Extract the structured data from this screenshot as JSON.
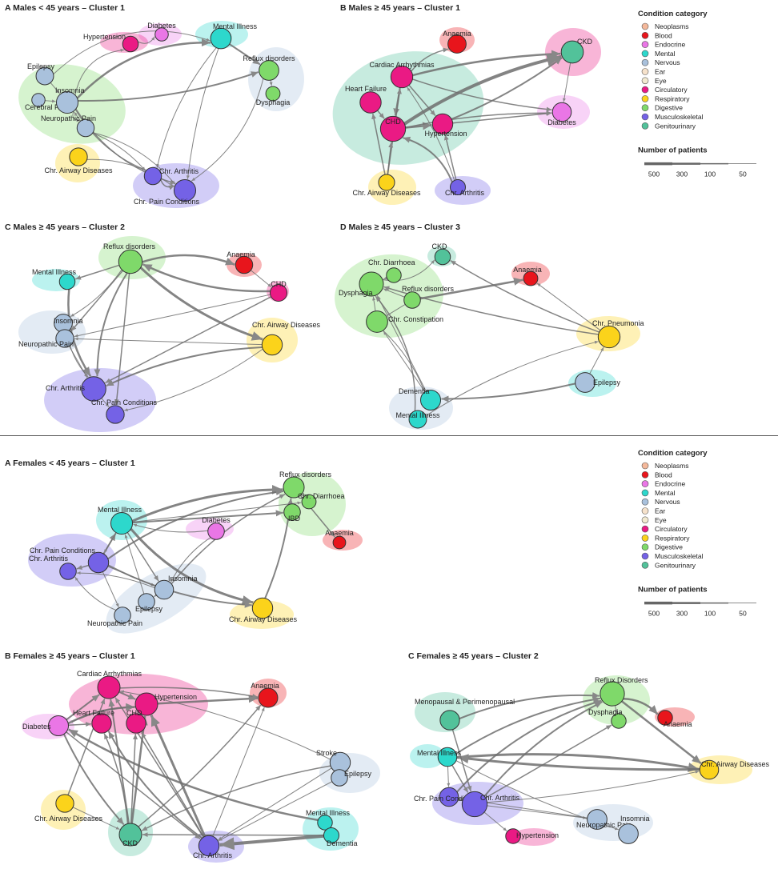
{
  "colors": {
    "Neoplasms": "#f4b89a",
    "Blood": "#e8151c",
    "Endocrine": "#ea76e6",
    "Mental": "#2dd8cc",
    "Nervous": "#a9c1dc",
    "Ear": "#f6e2cb",
    "Eye": "#f2ead0",
    "Circulatory": "#ea1a84",
    "Respiratory": "#fbd31b",
    "Digestive": "#7fd96a",
    "Musculoskeletal": "#7462e6",
    "Genitourinary": "#52c29a"
  },
  "legends": [
    {
      "title": "Condition category",
      "categories": [
        "Neoplasms",
        "Blood",
        "Endocrine",
        "Mental",
        "Nervous",
        "Ear",
        "Eye",
        "Circulatory",
        "Respiratory",
        "Digestive",
        "Musculoskeletal",
        "Genitourinary"
      ],
      "size_title": "Number of patients",
      "size_labels": [
        "500",
        "300",
        "100",
        "50"
      ]
    },
    {
      "title": "Condition category",
      "categories": [
        "Neoplasms",
        "Blood",
        "Endocrine",
        "Mental",
        "Nervous",
        "Ear",
        "Eye",
        "Circulatory",
        "Respiratory",
        "Digestive",
        "Musculoskeletal",
        "Genitourinary"
      ],
      "size_title": "Number of patients",
      "size_labels": [
        "500",
        "300",
        "100",
        "50"
      ]
    }
  ],
  "panels": [
    {
      "id": "m-a",
      "title": "A  Males < 45 years – Cluster 1",
      "groups": [
        "Endocrine",
        "Circulatory",
        "Mental",
        "Nervous",
        "Digestive",
        "Respiratory",
        "Musculoskeletal"
      ],
      "nodes": [
        {
          "id": "hyp",
          "label": "Hypertension",
          "cat": "Circulatory",
          "patients": 110
        },
        {
          "id": "dia",
          "label": "Diabetes",
          "cat": "Endocrine",
          "patients": 60
        },
        {
          "id": "men",
          "label": "Mental Illness",
          "cat": "Mental",
          "patients": 260
        },
        {
          "id": "ref",
          "label": "Reflux disorders",
          "cat": "Digestive",
          "patients": 230
        },
        {
          "id": "dys",
          "label": "Dysphagia",
          "cat": "Digestive",
          "patients": 80
        },
        {
          "id": "epi",
          "label": "Epilepsy",
          "cat": "Nervous",
          "patients": 160
        },
        {
          "id": "cer",
          "label": "Cerebral Palsy",
          "cat": "Nervous",
          "patients": 60
        },
        {
          "id": "ins",
          "label": "Insomnia",
          "cat": "Nervous",
          "patients": 300
        },
        {
          "id": "neu",
          "label": "Neuropathic Pain",
          "cat": "Nervous",
          "patients": 150
        },
        {
          "id": "caw",
          "label": "Chr. Airway Diseases",
          "cat": "Respiratory",
          "patients": 170
        },
        {
          "id": "art",
          "label": "Chr. Arthritis",
          "cat": "Musculoskeletal",
          "patients": 150
        },
        {
          "id": "pai",
          "label": "Chr. Pain Conditions",
          "cat": "Musculoskeletal",
          "patients": 300
        }
      ]
    },
    {
      "id": "m-b",
      "title": "B  Males ≥ 45 years – Cluster 1",
      "groups": [
        "Blood",
        "Circulatory",
        "Genitourinary",
        "Endocrine",
        "Respiratory",
        "Musculoskeletal"
      ],
      "nodes": [
        {
          "id": "ana",
          "label": "Anaemia",
          "cat": "Blood",
          "patients": 180
        },
        {
          "id": "ckd",
          "label": "CKD",
          "cat": "Genitourinary",
          "patients": 320
        },
        {
          "id": "car",
          "label": "Cardiac Arrhythmias",
          "cat": "Circulatory",
          "patients": 310
        },
        {
          "id": "hf",
          "label": "Heart Failure",
          "cat": "Circulatory",
          "patients": 280
        },
        {
          "id": "chd",
          "label": "CHD",
          "cat": "Circulatory",
          "patients": 450
        },
        {
          "id": "hyp",
          "label": "Hypertension",
          "cat": "Circulatory",
          "patients": 250
        },
        {
          "id": "dia",
          "label": "Diabetes",
          "cat": "Endocrine",
          "patients": 200
        },
        {
          "id": "caw",
          "label": "Chr. Airway Diseases",
          "cat": "Respiratory",
          "patients": 120
        },
        {
          "id": "art",
          "label": "Chr. Arthritis",
          "cat": "Musculoskeletal",
          "patients": 100
        }
      ]
    },
    {
      "id": "m-c",
      "title": "C  Males ≥ 45 years – Cluster 2",
      "groups": [
        "Digestive",
        "Blood",
        "Circulatory",
        "Mental",
        "Nervous",
        "Respiratory",
        "Musculoskeletal"
      ],
      "nodes": [
        {
          "id": "ref",
          "label": "Reflux disorders",
          "cat": "Digestive",
          "patients": 380
        },
        {
          "id": "ana",
          "label": "Anaemia",
          "cat": "Blood",
          "patients": 150
        },
        {
          "id": "chd",
          "label": "CHD",
          "cat": "Circulatory",
          "patients": 140
        },
        {
          "id": "men",
          "label": "Mental Illness",
          "cat": "Mental",
          "patients": 110
        },
        {
          "id": "ins",
          "label": "Insomnia",
          "cat": "Nervous",
          "patients": 180
        },
        {
          "id": "neu",
          "label": "Neuropathic Pain",
          "cat": "Nervous",
          "patients": 170
        },
        {
          "id": "caw",
          "label": "Chr. Airway Diseases",
          "cat": "Respiratory",
          "patients": 250
        },
        {
          "id": "art",
          "label": "Chr. Arthritis",
          "cat": "Musculoskeletal",
          "patients": 420
        },
        {
          "id": "pai",
          "label": "Chr. Pain Conditions",
          "cat": "Musculoskeletal",
          "patients": 170
        }
      ]
    },
    {
      "id": "m-d",
      "title": "D  Males ≥ 45 years – Cluster 3",
      "groups": [
        "Genitourinary",
        "Blood",
        "Digestive",
        "Respiratory",
        "Nervous",
        "Mental"
      ],
      "nodes": [
        {
          "id": "ckd",
          "label": "CKD",
          "cat": "Genitourinary",
          "patients": 110
        },
        {
          "id": "ana",
          "label": "Anaemia",
          "cat": "Blood",
          "patients": 80
        },
        {
          "id": "cdi",
          "label": "Chr. Diarrhoea",
          "cat": "Digestive",
          "patients": 90
        },
        {
          "id": "dys",
          "label": "Dysphagia",
          "cat": "Digestive",
          "patients": 400
        },
        {
          "id": "ref",
          "label": "Reflux disorders",
          "cat": "Digestive",
          "patients": 130
        },
        {
          "id": "con",
          "label": "Chr. Constipation",
          "cat": "Digestive",
          "patients": 290
        },
        {
          "id": "pne",
          "label": "Chr. Pneumonia",
          "cat": "Respiratory",
          "patients": 310
        },
        {
          "id": "dem",
          "label": "Dementia",
          "cat": "Mental",
          "patients": 240
        },
        {
          "id": "men",
          "label": "Mental Illness",
          "cat": "Mental",
          "patients": 160
        },
        {
          "id": "epi",
          "label": "Epilepsy",
          "cat": "Nervous",
          "patients": 230
        }
      ]
    },
    {
      "id": "f-a",
      "title": "A  Females < 45 years – Cluster 1",
      "groups": [
        "Digestive",
        "Blood",
        "Mental",
        "Endocrine",
        "Musculoskeletal",
        "Nervous",
        "Respiratory"
      ],
      "nodes": [
        {
          "id": "ref",
          "label": "Reflux disorders",
          "cat": "Digestive",
          "patients": 270
        },
        {
          "id": "cdi",
          "label": "Chr. Diarrhoea",
          "cat": "Digestive",
          "patients": 80
        },
        {
          "id": "ibd",
          "label": "IBD",
          "cat": "Digestive",
          "patients": 130
        },
        {
          "id": "ana",
          "label": "Anaemia",
          "cat": "Blood",
          "patients": 50
        },
        {
          "id": "men",
          "label": "Mental Illness",
          "cat": "Mental",
          "patients": 300
        },
        {
          "id": "dia",
          "label": "Diabetes",
          "cat": "Endocrine",
          "patients": 130
        },
        {
          "id": "pai",
          "label": "Chr. Pain Conditions",
          "cat": "Musculoskeletal",
          "patients": 250
        },
        {
          "id": "art",
          "label": "Chr. Arthritis",
          "cat": "Musculoskeletal",
          "patients": 130
        },
        {
          "id": "ins",
          "label": "Insomnia",
          "cat": "Nervous",
          "patients": 200
        },
        {
          "id": "epi",
          "label": "Epilepsy",
          "cat": "Nervous",
          "patients": 130
        },
        {
          "id": "neu",
          "label": "Neuropathic Pain",
          "cat": "Nervous",
          "patients": 130
        },
        {
          "id": "caw",
          "label": "Chr. Airway Diseases",
          "cat": "Respiratory",
          "patients": 250
        }
      ]
    },
    {
      "id": "f-b",
      "title": "B  Females ≥ 45 years – Cluster 1",
      "groups": [
        "Circulatory",
        "Blood",
        "Endocrine",
        "Nervous",
        "Respiratory",
        "Genitourinary",
        "Musculoskeletal",
        "Mental"
      ],
      "nodes": [
        {
          "id": "car",
          "label": "Cardiac Arrhythmias",
          "cat": "Circulatory",
          "patients": 330
        },
        {
          "id": "hyp",
          "label": "Hypertension",
          "cat": "Circulatory",
          "patients": 330
        },
        {
          "id": "hf",
          "label": "Heart Failure",
          "cat": "Circulatory",
          "patients": 220
        },
        {
          "id": "chd",
          "label": "CHD",
          "cat": "Circulatory",
          "patients": 220
        },
        {
          "id": "ana",
          "label": "Anaemia",
          "cat": "Blood",
          "patients": 210
        },
        {
          "id": "dia",
          "label": "Diabetes",
          "cat": "Endocrine",
          "patients": 240
        },
        {
          "id": "str",
          "label": "Stroke",
          "cat": "Nervous",
          "patients": 250
        },
        {
          "id": "epi",
          "label": "Epilepsy",
          "cat": "Nervous",
          "patients": 130
        },
        {
          "id": "caw",
          "label": "Chr. Airway Diseases",
          "cat": "Respiratory",
          "patients": 170
        },
        {
          "id": "ckd",
          "label": "CKD",
          "cat": "Genitourinary",
          "patients": 330
        },
        {
          "id": "art",
          "label": "Chr. Arthritis",
          "cat": "Musculoskeletal",
          "patients": 250
        },
        {
          "id": "men",
          "label": "Mental Illness",
          "cat": "Mental",
          "patients": 90
        },
        {
          "id": "dem",
          "label": "Dementia",
          "cat": "Mental",
          "patients": 100
        }
      ]
    },
    {
      "id": "f-c",
      "title": "C  Females ≥ 45 years – Cluster 2",
      "groups": [
        "Digestive",
        "Blood",
        "Genitourinary",
        "Mental",
        "Respiratory",
        "Musculoskeletal",
        "Nervous",
        "Circulatory"
      ],
      "nodes": [
        {
          "id": "ref",
          "label": "Reflux Disorders",
          "cat": "Digestive",
          "patients": 410
        },
        {
          "id": "dys",
          "label": "Dysphagia",
          "cat": "Digestive",
          "patients": 90
        },
        {
          "id": "ana",
          "label": "Anaemia",
          "cat": "Blood",
          "patients": 90
        },
        {
          "id": "men",
          "label": "Menopausal & Perimenopausal",
          "cat": "Genitourinary",
          "patients": 220
        },
        {
          "id": "mil",
          "label": "Mental Illness",
          "cat": "Mental",
          "patients": 200
        },
        {
          "id": "caw",
          "label": "Chr. Airway Diseases",
          "cat": "Respiratory",
          "patients": 200
        },
        {
          "id": "pai",
          "label": "Chr. Pain Conditions",
          "cat": "Musculoskeletal",
          "patients": 200
        },
        {
          "id": "art",
          "label": "Chr. Arthritis",
          "cat": "Musculoskeletal",
          "patients": 450
        },
        {
          "id": "neu",
          "label": "Neuropathic Pain",
          "cat": "Nervous",
          "patients": 230
        },
        {
          "id": "ins",
          "label": "Insomnia",
          "cat": "Nervous",
          "patients": 230
        },
        {
          "id": "hyp",
          "label": "Hypertension",
          "cat": "Circulatory",
          "patients": 90
        }
      ]
    }
  ]
}
